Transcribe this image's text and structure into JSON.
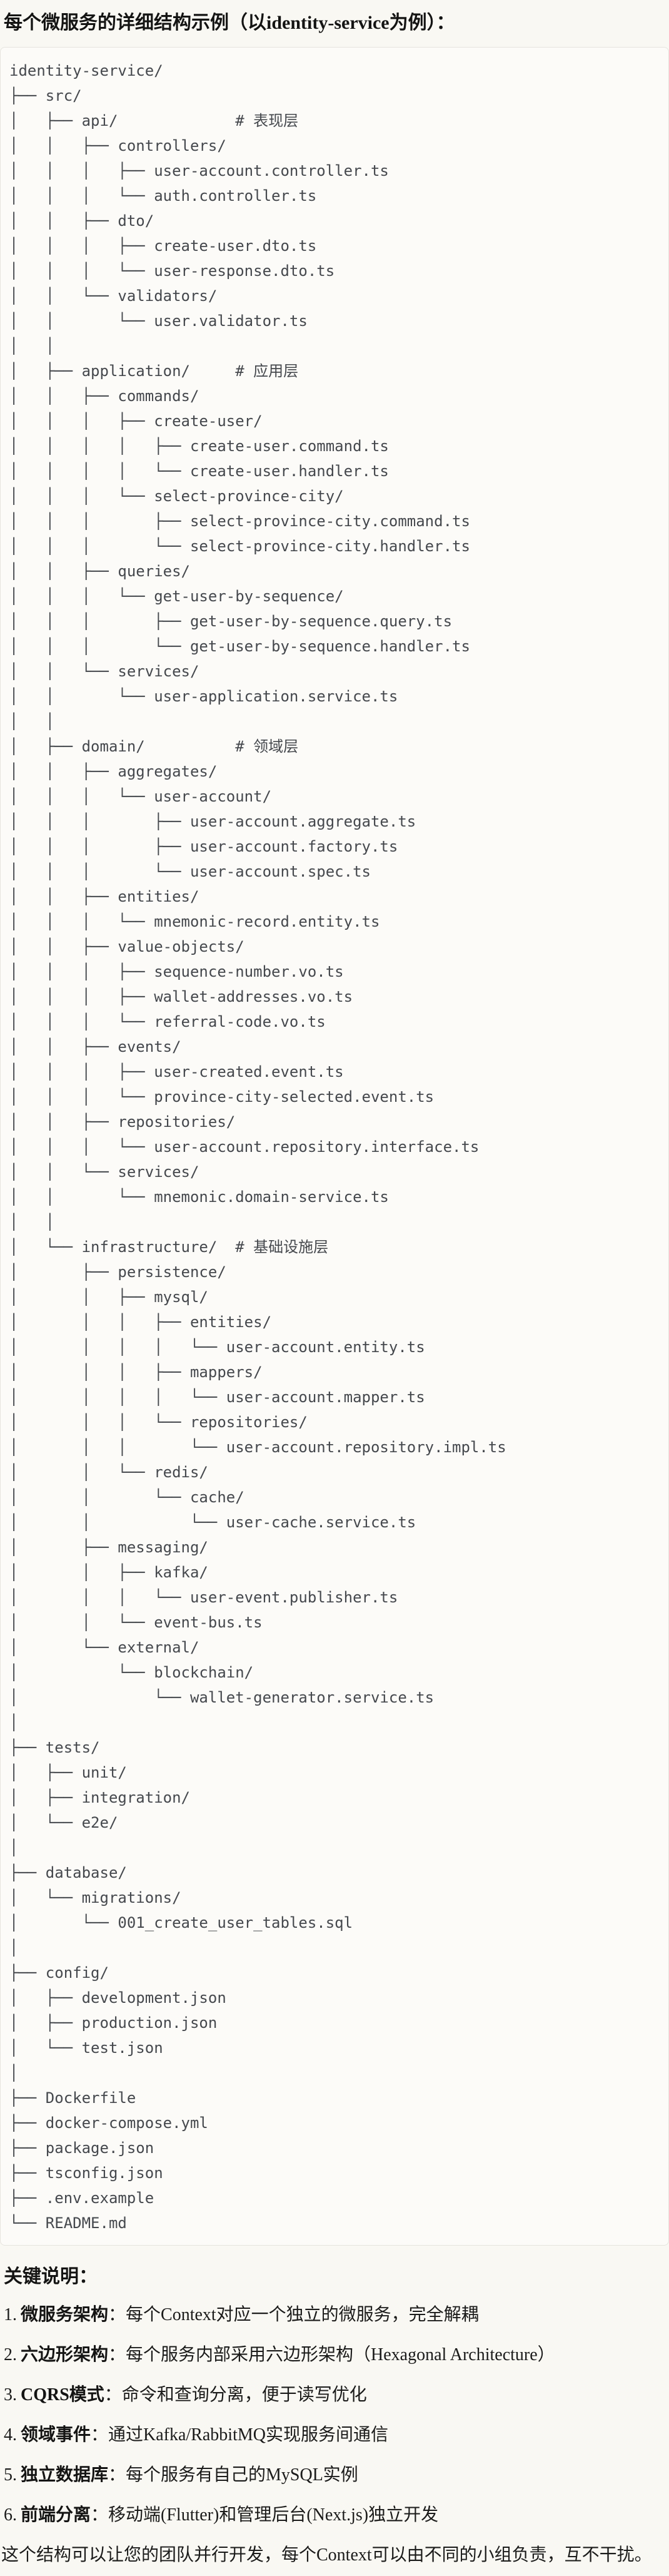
{
  "header": {
    "title": "每个微服务的详细结构示例（以identity-service为例）："
  },
  "tree": {
    "lines": [
      "identity-service/",
      "├── src/",
      "│   ├── api/             # 表现层",
      "│   │   ├── controllers/",
      "│   │   │   ├── user-account.controller.ts",
      "│   │   │   └── auth.controller.ts",
      "│   │   ├── dto/",
      "│   │   │   ├── create-user.dto.ts",
      "│   │   │   └── user-response.dto.ts",
      "│   │   └── validators/",
      "│   │       └── user.validator.ts",
      "│   │",
      "│   ├── application/     # 应用层",
      "│   │   ├── commands/",
      "│   │   │   ├── create-user/",
      "│   │   │   │   ├── create-user.command.ts",
      "│   │   │   │   └── create-user.handler.ts",
      "│   │   │   └── select-province-city/",
      "│   │   │       ├── select-province-city.command.ts",
      "│   │   │       └── select-province-city.handler.ts",
      "│   │   ├── queries/",
      "│   │   │   └── get-user-by-sequence/",
      "│   │   │       ├── get-user-by-sequence.query.ts",
      "│   │   │       └── get-user-by-sequence.handler.ts",
      "│   │   └── services/",
      "│   │       └── user-application.service.ts",
      "│   │",
      "│   ├── domain/          # 领域层",
      "│   │   ├── aggregates/",
      "│   │   │   └── user-account/",
      "│   │   │       ├── user-account.aggregate.ts",
      "│   │   │       ├── user-account.factory.ts",
      "│   │   │       └── user-account.spec.ts",
      "│   │   ├── entities/",
      "│   │   │   └── mnemonic-record.entity.ts",
      "│   │   ├── value-objects/",
      "│   │   │   ├── sequence-number.vo.ts",
      "│   │   │   ├── wallet-addresses.vo.ts",
      "│   │   │   └── referral-code.vo.ts",
      "│   │   ├── events/",
      "│   │   │   ├── user-created.event.ts",
      "│   │   │   └── province-city-selected.event.ts",
      "│   │   ├── repositories/",
      "│   │   │   └── user-account.repository.interface.ts",
      "│   │   └── services/",
      "│   │       └── mnemonic.domain-service.ts",
      "│   │",
      "│   └── infrastructure/  # 基础设施层",
      "│       ├── persistence/",
      "│       │   ├── mysql/",
      "│       │   │   ├── entities/",
      "│       │   │   │   └── user-account.entity.ts",
      "│       │   │   ├── mappers/",
      "│       │   │   │   └── user-account.mapper.ts",
      "│       │   │   └── repositories/",
      "│       │   │       └── user-account.repository.impl.ts",
      "│       │   └── redis/",
      "│       │       └── cache/",
      "│       │           └── user-cache.service.ts",
      "│       ├── messaging/",
      "│       │   ├── kafka/",
      "│       │   │   └── user-event.publisher.ts",
      "│       │   └── event-bus.ts",
      "│       └── external/",
      "│           └── blockchain/",
      "│               └── wallet-generator.service.ts",
      "│",
      "├── tests/",
      "│   ├── unit/",
      "│   ├── integration/",
      "│   └── e2e/",
      "│",
      "├── database/",
      "│   └── migrations/",
      "│       └── 001_create_user_tables.sql",
      "│",
      "├── config/",
      "│   ├── development.json",
      "│   ├── production.json",
      "│   └── test.json",
      "│",
      "├── Dockerfile",
      "├── docker-compose.yml",
      "├── package.json",
      "├── tsconfig.json",
      "├── .env.example",
      "└── README.md"
    ]
  },
  "notes": {
    "heading": "关键说明：",
    "items": [
      {
        "num": "1.",
        "term": "微服务架构",
        "desc": "：每个Context对应一个独立的微服务，完全解耦"
      },
      {
        "num": "2.",
        "term": "六边形架构",
        "desc": "：每个服务内部采用六边形架构（Hexagonal Architecture）"
      },
      {
        "num": "3.",
        "term": "CQRS模式",
        "desc": "：命令和查询分离，便于读写优化"
      },
      {
        "num": "4.",
        "term": "领域事件",
        "desc": "：通过Kafka/RabbitMQ实现服务间通信"
      },
      {
        "num": "5.",
        "term": "独立数据库",
        "desc": "：每个服务有自己的MySQL实例"
      },
      {
        "num": "6.",
        "term": "前端分离",
        "desc": "：移动端(Flutter)和管理后台(Next.js)独立开发"
      }
    ],
    "conclusion": "这个结构可以让您的团队并行开发，每个Context可以由不同的小组负责，互不干扰。"
  }
}
